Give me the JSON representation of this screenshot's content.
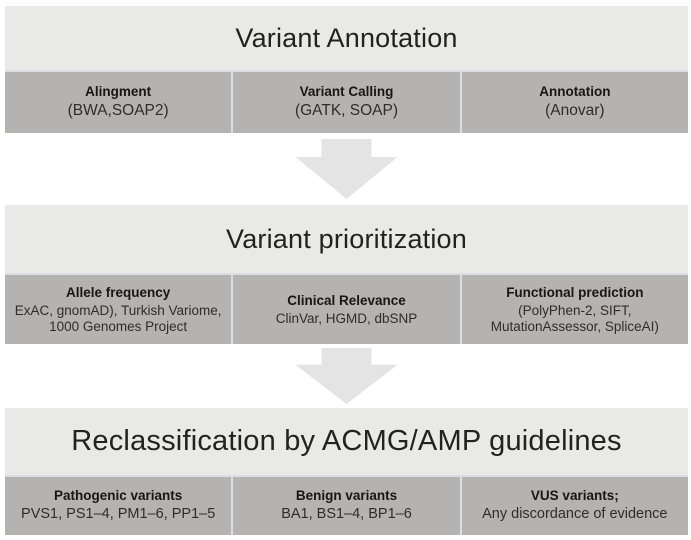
{
  "colors": {
    "title_band": "#e9e9e8",
    "column_band": "#b4b3b1",
    "separator": "#dadde3",
    "arrow": "#e4e4e4",
    "text": "#222222",
    "background": "#ffffff"
  },
  "sections": [
    {
      "title": "Variant Annotation",
      "columns": [
        {
          "header": "Alingment",
          "body": [
            "(BWA,SOAP2)"
          ]
        },
        {
          "header": "Variant Calling",
          "body": [
            "(GATK, SOAP)"
          ]
        },
        {
          "header": "Annotation",
          "body": [
            "(Anovar)"
          ]
        }
      ]
    },
    {
      "title": "Variant prioritization",
      "columns": [
        {
          "header": "Allele frequency",
          "body": [
            "ExAC, gnomAD), Turkish Variome,",
            "1000 Genomes Project"
          ]
        },
        {
          "header": "Clinical Relevance",
          "body": [
            "ClinVar, HGMD, dbSNP"
          ]
        },
        {
          "header": "Functional prediction",
          "body": [
            "(PolyPhen-2, SIFT,",
            "MutationAssessor, SpliceAI)"
          ]
        }
      ]
    },
    {
      "title": "Reclassification by ACMG/AMP guidelines",
      "columns": [
        {
          "header": "Pathogenic variants",
          "body": [
            "PVS1, PS1–4, PM1–6, PP1–5"
          ]
        },
        {
          "header": "Benign variants",
          "body": [
            "BA1, BS1–4, BP1–6"
          ]
        },
        {
          "header": "VUS variants;",
          "body": [
            "Any discordance of evidence"
          ]
        }
      ]
    }
  ]
}
